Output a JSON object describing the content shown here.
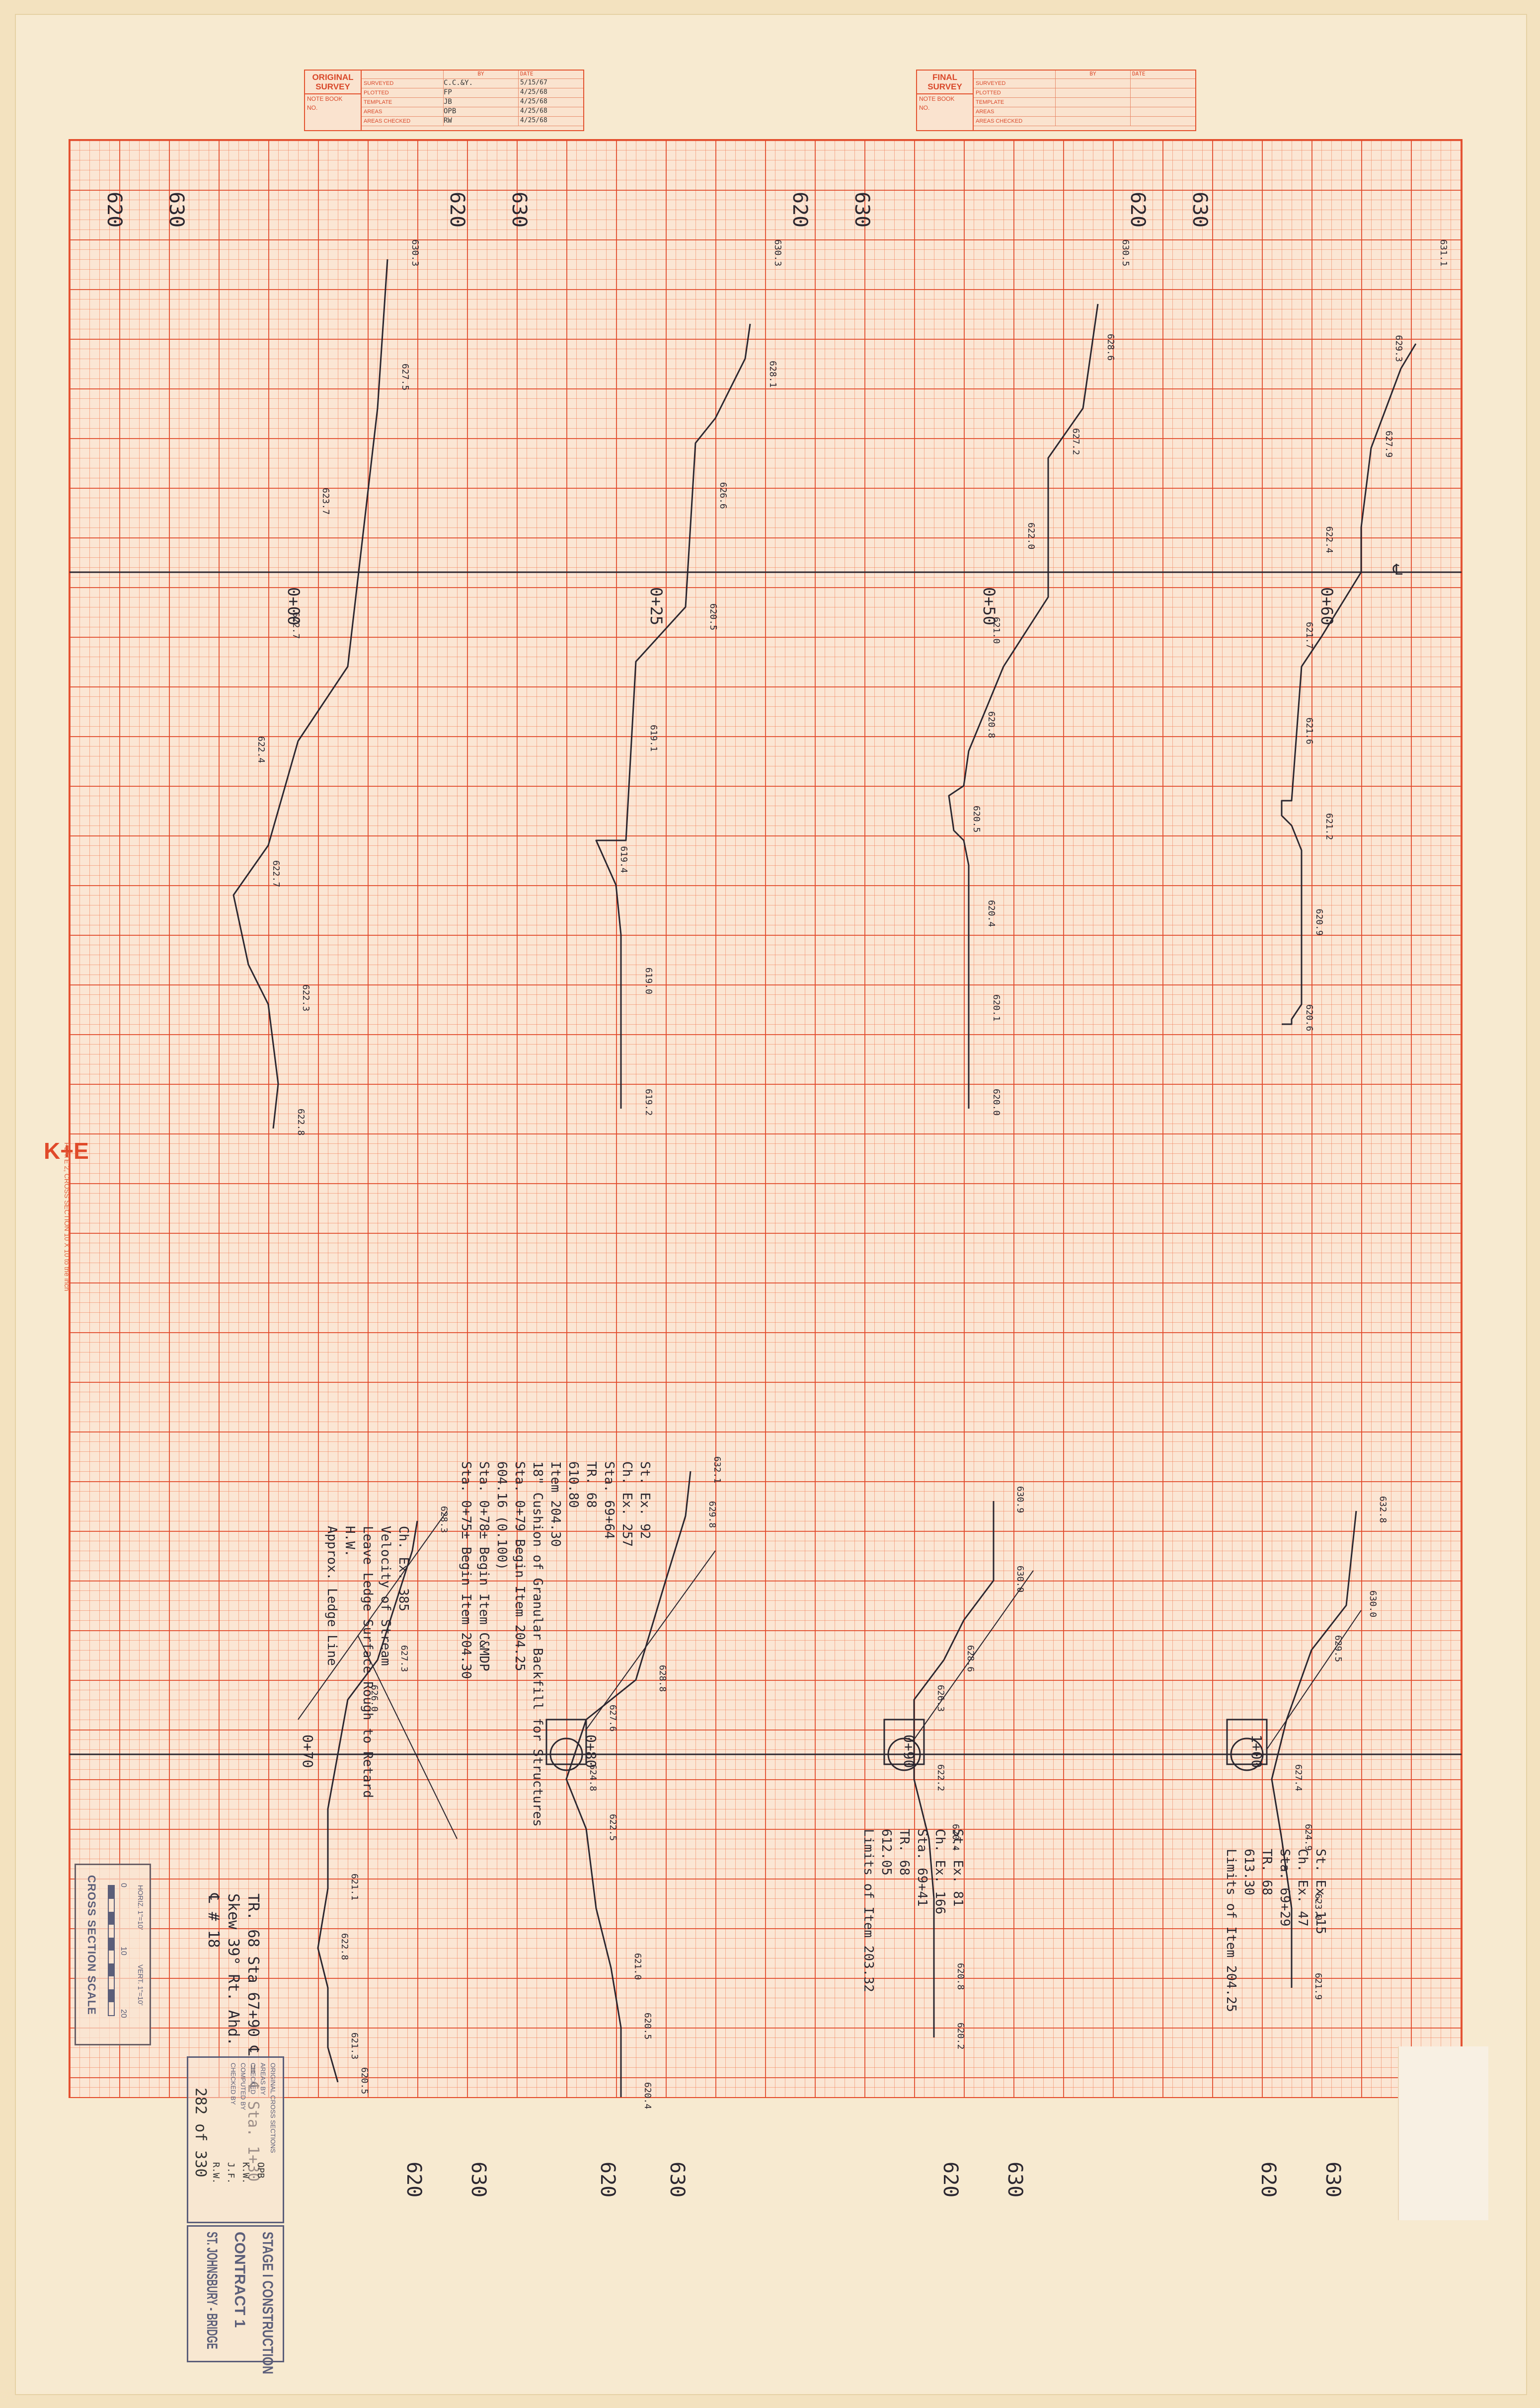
{
  "colors": {
    "paper": "#f7ead0",
    "grid_major": "#e04828",
    "grid_minor": "#f07850",
    "pencil": "#2b2730",
    "stamp_ink": "#5b5e79"
  },
  "original_survey": {
    "title": "ORIGINAL SURVEY",
    "note_book": "NOTE BOOK",
    "no": "NO.",
    "by_header": "BY",
    "date_header": "DATE",
    "rows": [
      {
        "label": "SURVEYED",
        "by": "C.C.&Y.",
        "date": "5/15/67"
      },
      {
        "label": "PLOTTED",
        "by": "FP",
        "date": "4/25/68"
      },
      {
        "label": "TEMPLATE",
        "by": "JB",
        "date": "4/25/68"
      },
      {
        "label": "AREAS",
        "by": "OPB",
        "date": "4/25/68"
      },
      {
        "label": "AREAS CHECKED",
        "by": "RW",
        "date": "4/25/68"
      }
    ]
  },
  "final_survey": {
    "title": "FINAL SURVEY",
    "note_book": "NOTE BOOK",
    "no": "NO.",
    "by_header": "BY",
    "date_header": "DATE",
    "rows": [
      {
        "label": "SURVEYED",
        "by": "",
        "date": ""
      },
      {
        "label": "PLOTTED",
        "by": "",
        "date": ""
      },
      {
        "label": "TEMPLATE",
        "by": "",
        "date": ""
      },
      {
        "label": "AREAS",
        "by": "",
        "date": ""
      },
      {
        "label": "AREAS CHECKED",
        "by": "",
        "date": ""
      }
    ]
  },
  "margin": {
    "brand": "K+E",
    "product": "PLATE 2, CROSS SECTION",
    "spec": "10 X 10 to the inch"
  },
  "top_sections": [
    {
      "elev_a": "620",
      "elev_b": "630",
      "station": "0+00",
      "labels": [
        "630.3",
        "627.5",
        "623.7",
        "622.7",
        "622.4",
        "622.7",
        "622.3",
        "622.8"
      ]
    },
    {
      "elev_a": "620",
      "elev_b": "630",
      "station": "0+25",
      "labels": [
        "630.3",
        "628.1",
        "626.6",
        "620.5",
        "619.1",
        "619.4",
        "619.0",
        "619.2"
      ]
    },
    {
      "elev_a": "620",
      "elev_b": "630",
      "station": "0+50",
      "labels": [
        "630.5",
        "628.6",
        "627.2",
        "622.0",
        "621.0",
        "620.8",
        "620.5",
        "620.4",
        "620.1",
        "620.0"
      ]
    },
    {
      "elev_a": "620",
      "elev_b": "630",
      "station": "0+60",
      "labels": [
        "631.1",
        "629.3",
        "627.9",
        "622.4",
        "621.7",
        "621.6",
        "621.2",
        "620.9",
        "620.6"
      ]
    }
  ],
  "bottom_sections": [
    {
      "elev_a": "620",
      "elev_b": "630",
      "station": "0+70",
      "labels": [
        "628.3",
        "627.3",
        "626.0",
        "621.1",
        "622.8",
        "621.3",
        "620.5"
      ],
      "notes": [
        "Approx. Ledge Line",
        "H.W.",
        "Leave Ledge Surface Rough to Retard",
        "Velocity of Stream",
        "Ch. Ex. 385"
      ]
    },
    {
      "elev_a": "620",
      "elev_b": "630",
      "station": "0+80",
      "labels": [
        "632.1",
        "629.8",
        "628.8",
        "627.6",
        "624.8",
        "622.5",
        "621.0",
        "620.5",
        "620.4"
      ],
      "notes": [
        "Sta. 0+75± Begin Item 204.30",
        "Sta. 0+78± Begin Item C&MDP",
        "604.16 (0.100)",
        "Sta. 0+79 Begin Item 204.25",
        "18\" Cushion of Granular Backfill for Structures",
        "Item 204.30",
        "610.80",
        "TR. 68",
        "Sta. 69+64",
        "Ch. Ex. 257",
        "St. Ex. 92"
      ]
    },
    {
      "elev_a": "620",
      "elev_b": "630",
      "station": "0+90",
      "labels": [
        "630.9",
        "630.0",
        "628.6",
        "626.3",
        "622.2",
        "620.4",
        "620.8",
        "620.2"
      ],
      "notes": [
        "Limits of Item 203.32",
        "612.05",
        "TR. 68",
        "Sta. 69+41",
        "Ch. Ex. 166",
        "St. Ex. 81"
      ]
    },
    {
      "elev_a": "620",
      "elev_b": "630",
      "station": "1+00",
      "labels": [
        "632.8",
        "630.0",
        "629.5",
        "627.4",
        "624.9",
        "623.0",
        "621.9"
      ],
      "notes": [
        "Limits of Item 204.25",
        "613.30",
        "TR. 68",
        "Sta. 69+29",
        "Ch. Ex. 47",
        "St. Ex. 115"
      ]
    }
  ],
  "centerline_symbol": "℄",
  "reference_note": {
    "line1": "TR. 68 Sta 67+90 ℄ = ℄ Sta. 1+30",
    "line2": "Skew 39° Rt. Ahd.",
    "line3": "℄ # 18"
  },
  "scale": {
    "title": "CROSS SECTION SCALE",
    "ticks": [
      "0",
      "10",
      "20"
    ],
    "horiz": "HORIZ. 1\"=10'",
    "vert": "VERT. 1\"=10'"
  },
  "title_block": {
    "stage": "STAGE I CONSTRUCTION",
    "contract": "CONTRACT 1",
    "location": "ST. JOHNSBURY - BRIDGE",
    "small_lines": [
      "ORIGINAL CROSS SECTIONS",
      "AREAS BY",
      "CHECKED",
      "COMPUTED BY",
      "CHECKED BY"
    ],
    "initials": [
      "OPB",
      "K.W.",
      "J.F.",
      "R.W."
    ],
    "sheet": "282 of 330"
  }
}
